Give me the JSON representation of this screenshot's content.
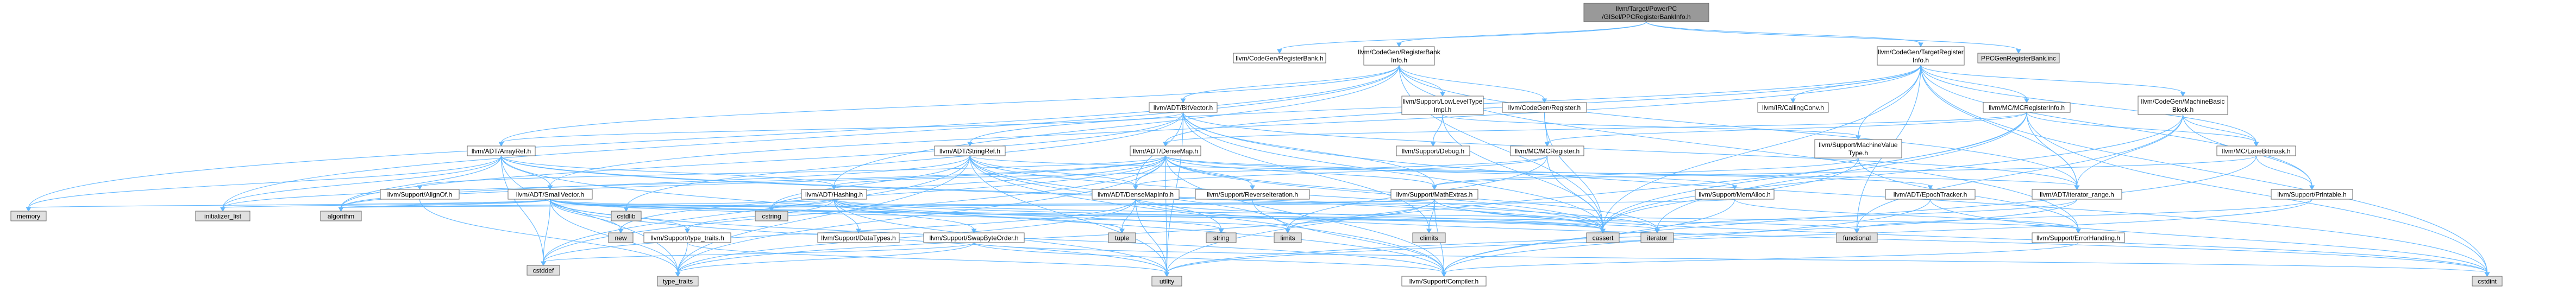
{
  "palette": {
    "root": "#999999",
    "normal": "#ffffff",
    "system": "#e0e0e0",
    "link_border": "#ff0000",
    "border": "#666666",
    "edge": "#63b8ff"
  },
  "nodes": [
    {
      "id": "root",
      "lines": [
        "llvm/Target/PowerPC",
        "/GISel/PPCRegisterBankInfo.h"
      ],
      "kind": "root"
    },
    {
      "id": "regbank",
      "lines": [
        "llvm/CodeGen/RegisterBank.h"
      ],
      "kind": "normal"
    },
    {
      "id": "rbi",
      "lines": [
        "llvm/CodeGen/RegisterBank",
        "Info.h"
      ],
      "kind": "normal"
    },
    {
      "id": "tri",
      "lines": [
        "llvm/CodeGen/TargetRegister",
        "Info.h"
      ],
      "kind": "normal"
    },
    {
      "id": "ppcinc",
      "lines": [
        "PPCGenRegisterBank.inc"
      ],
      "kind": "system"
    },
    {
      "id": "bitvector",
      "lines": [
        "llvm/ADT/BitVector.h"
      ],
      "kind": "normal"
    },
    {
      "id": "llt",
      "lines": [
        "llvm/Support/LowLevelType",
        "Impl.h"
      ],
      "kind": "normal"
    },
    {
      "id": "cgregister",
      "lines": [
        "llvm/CodeGen/Register.h"
      ],
      "kind": "normal"
    },
    {
      "id": "callconv",
      "lines": [
        "llvm/IR/CallingConv.h"
      ],
      "kind": "normal"
    },
    {
      "id": "mcreginfo",
      "lines": [
        "llvm/MC/MCRegisterInfo.h"
      ],
      "kind": "link"
    },
    {
      "id": "mbb",
      "lines": [
        "llvm/CodeGen/MachineBasic",
        "Block.h"
      ],
      "kind": "link"
    },
    {
      "id": "arrayref",
      "lines": [
        "llvm/ADT/ArrayRef.h"
      ],
      "kind": "link"
    },
    {
      "id": "stringref",
      "lines": [
        "llvm/ADT/StringRef.h"
      ],
      "kind": "link"
    },
    {
      "id": "densemap",
      "lines": [
        "llvm/ADT/DenseMap.h"
      ],
      "kind": "normal"
    },
    {
      "id": "debug",
      "lines": [
        "llvm/Support/Debug.h"
      ],
      "kind": "normal"
    },
    {
      "id": "mcregister",
      "lines": [
        "llvm/MC/MCRegister.h"
      ],
      "kind": "normal"
    },
    {
      "id": "mvt",
      "lines": [
        "llvm/Support/MachineValue",
        "Type.h"
      ],
      "kind": "link"
    },
    {
      "id": "lanebitmask",
      "lines": [
        "llvm/MC/LaneBitmask.h"
      ],
      "kind": "link"
    },
    {
      "id": "alignof",
      "lines": [
        "llvm/Support/AlignOf.h"
      ],
      "kind": "normal"
    },
    {
      "id": "smallvector",
      "lines": [
        "llvm/ADT/SmallVector.h"
      ],
      "kind": "normal"
    },
    {
      "id": "hashing",
      "lines": [
        "llvm/ADT/Hashing.h"
      ],
      "kind": "normal"
    },
    {
      "id": "densemapinfo",
      "lines": [
        "llvm/ADT/DenseMapInfo.h"
      ],
      "kind": "normal"
    },
    {
      "id": "reverseiter",
      "lines": [
        "llvm/Support/ReverseIteration.h"
      ],
      "kind": "link"
    },
    {
      "id": "mathextras",
      "lines": [
        "llvm/Support/MathExtras.h"
      ],
      "kind": "link"
    },
    {
      "id": "memalloc",
      "lines": [
        "llvm/Support/MemAlloc.h"
      ],
      "kind": "normal"
    },
    {
      "id": "epochtracker",
      "lines": [
        "llvm/ADT/EpochTracker.h"
      ],
      "kind": "link"
    },
    {
      "id": "iteratorrange",
      "lines": [
        "llvm/ADT/iterator_range.h"
      ],
      "kind": "normal"
    },
    {
      "id": "printable",
      "lines": [
        "llvm/Support/Printable.h"
      ],
      "kind": "normal"
    },
    {
      "id": "typetraits",
      "lines": [
        "llvm/Support/type_traits.h"
      ],
      "kind": "normal"
    },
    {
      "id": "datatypes",
      "lines": [
        "llvm/Support/DataTypes.h"
      ],
      "kind": "link"
    },
    {
      "id": "swapbyteorder",
      "lines": [
        "llvm/Support/SwapByteOrder.h"
      ],
      "kind": "link"
    },
    {
      "id": "errorhandling",
      "lines": [
        "llvm/Support/ErrorHandling.h"
      ],
      "kind": "normal"
    },
    {
      "id": "compiler",
      "lines": [
        "llvm/Support/Compiler.h"
      ],
      "kind": "link"
    },
    {
      "id": "memory",
      "lines": [
        "memory"
      ],
      "kind": "system"
    },
    {
      "id": "initlist",
      "lines": [
        "initializer_list"
      ],
      "kind": "system"
    },
    {
      "id": "algorithm",
      "lines": [
        "algorithm"
      ],
      "kind": "system"
    },
    {
      "id": "cstdlib",
      "lines": [
        "cstdlib"
      ],
      "kind": "system"
    },
    {
      "id": "new",
      "lines": [
        "new"
      ],
      "kind": "system"
    },
    {
      "id": "cstring",
      "lines": [
        "cstring"
      ],
      "kind": "system"
    },
    {
      "id": "tuple",
      "lines": [
        "tuple"
      ],
      "kind": "system"
    },
    {
      "id": "string",
      "lines": [
        "string"
      ],
      "kind": "system"
    },
    {
      "id": "limits",
      "lines": [
        "limits"
      ],
      "kind": "system"
    },
    {
      "id": "climits",
      "lines": [
        "climits"
      ],
      "kind": "system"
    },
    {
      "id": "cassert",
      "lines": [
        "cassert"
      ],
      "kind": "system"
    },
    {
      "id": "iterator",
      "lines": [
        "iterator"
      ],
      "kind": "system"
    },
    {
      "id": "functional",
      "lines": [
        "functional"
      ],
      "kind": "system"
    },
    {
      "id": "cstddef",
      "lines": [
        "cstddef"
      ],
      "kind": "system"
    },
    {
      "id": "typetraitsstd",
      "lines": [
        "type_traits"
      ],
      "kind": "system"
    },
    {
      "id": "utility",
      "lines": [
        "utility"
      ],
      "kind": "system"
    },
    {
      "id": "cstdint",
      "lines": [
        "cstdint"
      ],
      "kind": "system"
    }
  ],
  "edges": [
    [
      "root",
      "regbank"
    ],
    [
      "root",
      "rbi"
    ],
    [
      "root",
      "tri"
    ],
    [
      "root",
      "ppcinc"
    ],
    [
      "rbi",
      "bitvector"
    ],
    [
      "rbi",
      "llt"
    ],
    [
      "rbi",
      "cgregister"
    ],
    [
      "rbi",
      "arrayref"
    ],
    [
      "rbi",
      "hashing"
    ],
    [
      "rbi",
      "iteratorrange"
    ],
    [
      "rbi",
      "errorhandling"
    ],
    [
      "rbi",
      "cassert"
    ],
    [
      "rbi",
      "initlist"
    ],
    [
      "rbi",
      "memory"
    ],
    [
      "tri",
      "callconv"
    ],
    [
      "tri",
      "mcreginfo"
    ],
    [
      "tri",
      "mbb"
    ],
    [
      "tri",
      "mvt"
    ],
    [
      "tri",
      "lanebitmask"
    ],
    [
      "tri",
      "printable"
    ],
    [
      "tri",
      "densemap"
    ],
    [
      "tri",
      "stringref"
    ],
    [
      "tri",
      "smallvector"
    ],
    [
      "tri",
      "cassert"
    ],
    [
      "tri",
      "cstdint"
    ],
    [
      "tri",
      "functional"
    ],
    [
      "tri",
      "iteratorrange"
    ],
    [
      "bitvector",
      "arrayref"
    ],
    [
      "bitvector",
      "densemapinfo"
    ],
    [
      "bitvector",
      "mathextras"
    ],
    [
      "bitvector",
      "iteratorrange"
    ],
    [
      "bitvector",
      "algorithm"
    ],
    [
      "bitvector",
      "cassert"
    ],
    [
      "bitvector",
      "climits"
    ],
    [
      "bitvector",
      "cstdint"
    ],
    [
      "bitvector",
      "cstdlib"
    ],
    [
      "bitvector",
      "utility"
    ],
    [
      "llt",
      "debug"
    ],
    [
      "llt",
      "mvt"
    ],
    [
      "llt",
      "cassert"
    ],
    [
      "cgregister",
      "mcregister"
    ],
    [
      "cgregister",
      "cassert"
    ],
    [
      "mcreginfo",
      "densemap"
    ],
    [
      "mcreginfo",
      "iteratorrange"
    ],
    [
      "mcreginfo",
      "lanebitmask"
    ],
    [
      "mcreginfo",
      "mcregister"
    ],
    [
      "mcreginfo",
      "cassert"
    ],
    [
      "mcreginfo",
      "cstdint"
    ],
    [
      "mcreginfo",
      "iterator"
    ],
    [
      "mcreginfo",
      "utility"
    ],
    [
      "mbb",
      "lanebitmask"
    ],
    [
      "mbb",
      "iteratorrange"
    ],
    [
      "mbb",
      "printable"
    ],
    [
      "mbb",
      "functional"
    ],
    [
      "mbb",
      "cassert"
    ],
    [
      "arrayref",
      "hashing"
    ],
    [
      "arrayref",
      "smallvector"
    ],
    [
      "arrayref",
      "compiler"
    ],
    [
      "arrayref",
      "algorithm"
    ],
    [
      "arrayref",
      "cassert"
    ],
    [
      "arrayref",
      "cstddef"
    ],
    [
      "arrayref",
      "initlist"
    ],
    [
      "arrayref",
      "iterator"
    ],
    [
      "arrayref",
      "memory"
    ],
    [
      "arrayref",
      "typetraitsstd"
    ],
    [
      "arrayref",
      "vector"
    ],
    [
      "stringref",
      "densemapinfo"
    ],
    [
      "stringref",
      "iteratorrange"
    ],
    [
      "stringref",
      "compiler"
    ],
    [
      "stringref",
      "algorithm"
    ],
    [
      "stringref",
      "cassert"
    ],
    [
      "stringref",
      "cstddef"
    ],
    [
      "stringref",
      "cstring"
    ],
    [
      "stringref",
      "limits"
    ],
    [
      "stringref",
      "string"
    ],
    [
      "stringref",
      "typetraitsstd"
    ],
    [
      "stringref",
      "utility"
    ],
    [
      "densemap",
      "densemapinfo"
    ],
    [
      "densemap",
      "epochtracker"
    ],
    [
      "densemap",
      "alignof"
    ],
    [
      "densemap",
      "compiler"
    ],
    [
      "densemap",
      "mathextras"
    ],
    [
      "densemap",
      "memalloc"
    ],
    [
      "densemap",
      "reverseiter"
    ],
    [
      "densemap",
      "typetraitsstd"
    ],
    [
      "densemap",
      "algorithm"
    ],
    [
      "densemap",
      "cassert"
    ],
    [
      "densemap",
      "cstddef"
    ],
    [
      "densemap",
      "cstring"
    ],
    [
      "densemap",
      "initlist"
    ],
    [
      "densemap",
      "iterator"
    ],
    [
      "densemap",
      "new"
    ],
    [
      "densemap",
      "utility"
    ],
    [
      "mcregister",
      "densemapinfo"
    ],
    [
      "mcregister",
      "hashing"
    ],
    [
      "mcregister",
      "cassert"
    ],
    [
      "mcregister",
      "limits"
    ],
    [
      "mvt",
      "errorhandling"
    ],
    [
      "mvt",
      "mathextras"
    ],
    [
      "mvt",
      "cassert"
    ],
    [
      "lanebitmask",
      "compiler"
    ],
    [
      "lanebitmask",
      "mathextras"
    ],
    [
      "lanebitmask",
      "printable"
    ],
    [
      "alignof",
      "typetraitsstd"
    ],
    [
      "smallvector",
      "compiler"
    ],
    [
      "smallvector",
      "typetraits"
    ],
    [
      "smallvector",
      "algorithm"
    ],
    [
      "smallvector",
      "cassert"
    ],
    [
      "smallvector",
      "cstddef"
    ],
    [
      "smallvector",
      "cstdlib"
    ],
    [
      "smallvector",
      "cstring"
    ],
    [
      "smallvector",
      "functional"
    ],
    [
      "smallvector",
      "initlist"
    ],
    [
      "smallvector",
      "iterator"
    ],
    [
      "smallvector",
      "limits"
    ],
    [
      "smallvector",
      "memory"
    ],
    [
      "smallvector",
      "new"
    ],
    [
      "smallvector",
      "typetraitsstd"
    ],
    [
      "smallvector",
      "utility"
    ],
    [
      "hashing",
      "datatypes"
    ],
    [
      "hashing",
      "errorhandling"
    ],
    [
      "hashing",
      "swapbyteorder"
    ],
    [
      "hashing",
      "typetraits"
    ],
    [
      "hashing",
      "algorithm"
    ],
    [
      "hashing",
      "cassert"
    ],
    [
      "hashing",
      "cstring"
    ],
    [
      "hashing",
      "optional"
    ],
    [
      "hashing",
      "string"
    ],
    [
      "hashing",
      "tuple"
    ],
    [
      "hashing",
      "utility"
    ],
    [
      "densemapinfo",
      "cassert"
    ],
    [
      "densemapinfo",
      "cstddef"
    ],
    [
      "densemapinfo",
      "cstdint"
    ],
    [
      "densemapinfo",
      "tuple"
    ],
    [
      "densemapinfo",
      "typetraitsstd"
    ],
    [
      "densemapinfo",
      "utility"
    ],
    [
      "reverseiter",
      "compiler"
    ],
    [
      "mathextras",
      "compiler"
    ],
    [
      "mathextras",
      "algorithm"
    ],
    [
      "mathextras",
      "cassert"
    ],
    [
      "mathextras",
      "climits"
    ],
    [
      "mathextras",
      "cstdint"
    ],
    [
      "mathextras",
      "cstring"
    ],
    [
      "mathextras",
      "limits"
    ],
    [
      "mathextras",
      "typetraitsstd"
    ],
    [
      "memalloc",
      "compiler"
    ],
    [
      "memalloc",
      "errorhandling"
    ],
    [
      "memalloc",
      "cstdlib"
    ],
    [
      "epochtracker",
      "compiler"
    ],
    [
      "epochtracker",
      "cstdint"
    ],
    [
      "iteratorrange",
      "iterator"
    ],
    [
      "iteratorrange",
      "utility"
    ],
    [
      "printable",
      "functional"
    ],
    [
      "printable",
      "utility"
    ],
    [
      "typetraits",
      "typetraitsstd"
    ],
    [
      "typetraits",
      "utility"
    ],
    [
      "swapbyteorder",
      "compiler"
    ],
    [
      "swapbyteorder",
      "cstddef"
    ],
    [
      "swapbyteorder",
      "cstdint"
    ],
    [
      "swapbyteorder",
      "typetraitsstd"
    ],
    [
      "errorhandling",
      "compiler"
    ]
  ]
}
